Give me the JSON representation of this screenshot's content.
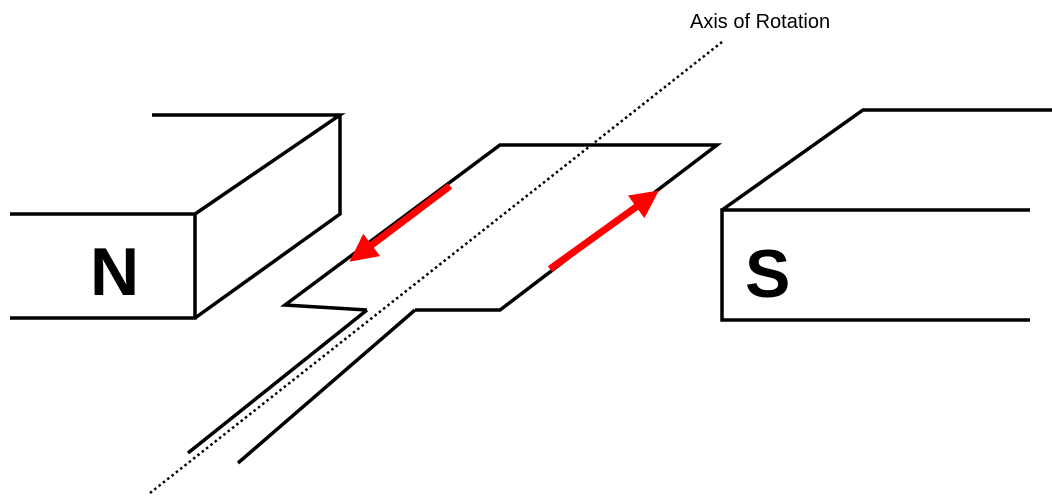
{
  "labels": {
    "axis": "Axis of Rotation",
    "north": "N",
    "south": "S"
  },
  "colors": {
    "line": "#000000",
    "current_arrow": "#ff0000"
  }
}
